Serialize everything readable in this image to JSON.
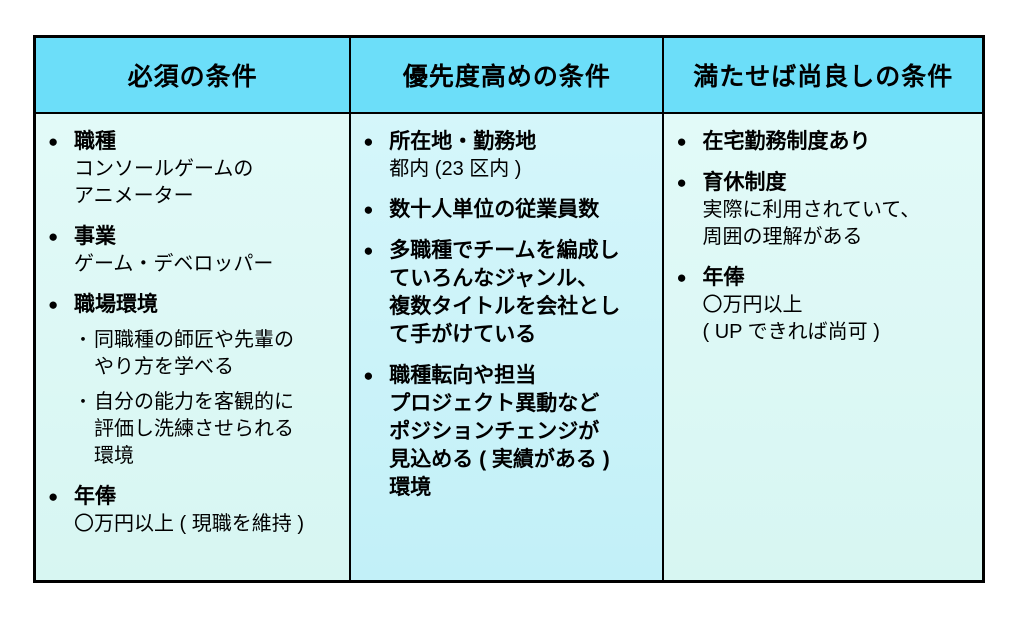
{
  "table": {
    "bullet_glyph": "●",
    "sub_bullet_glyph": "・",
    "colors": {
      "border": "#000000",
      "header_bg": "#6CDEF9",
      "side_column_body_bg_top": "#E2FAF8",
      "side_column_body_bg_bottom": "#D7F6F2",
      "middle_column_body_bg_top": "#D5F6FA",
      "middle_column_body_bg_bottom": "#C2F0F8",
      "text": "#000000"
    },
    "columns": [
      {
        "id": "required",
        "header": "必須の条件",
        "items": [
          {
            "title_lines": [
              "職種"
            ],
            "lines": [
              "コンソールゲームの",
              "アニメーター"
            ]
          },
          {
            "title_lines": [
              "事業"
            ],
            "lines": [
              "ゲーム・デベロッパー"
            ]
          },
          {
            "title_lines": [
              "職場環境"
            ],
            "subitems": [
              {
                "lines": [
                  "同職種の師匠や先輩の",
                  "やり方を学べる"
                ]
              },
              {
                "lines": [
                  "自分の能力を客観的に",
                  "評価し洗練させられる",
                  "環境"
                ]
              }
            ]
          },
          {
            "title_lines": [
              "年俸"
            ],
            "lines": [
              "〇万円以上 ( 現職を維持 )"
            ]
          }
        ]
      },
      {
        "id": "high-priority",
        "header": "優先度高めの条件",
        "items": [
          {
            "title_lines": [
              "所在地・勤務地"
            ],
            "lines": [
              "都内 (23 区内 )"
            ]
          },
          {
            "title_lines": [
              "数十人単位の従業員数"
            ]
          },
          {
            "title_lines": [
              "多職種でチームを編成し",
              "ていろんなジャンル、",
              "複数タイトルを会社とし",
              "て手がけている"
            ]
          },
          {
            "title_lines": [
              "職種転向や担当",
              "プロジェクト異動など",
              "ポジションチェンジが",
              "見込める ( 実績がある )",
              "環境"
            ]
          }
        ]
      },
      {
        "id": "nice-to-have",
        "header": "満たせば尚良しの条件",
        "items": [
          {
            "title_lines": [
              "在宅勤務制度あり"
            ]
          },
          {
            "title_lines": [
              "育休制度"
            ],
            "lines": [
              "実際に利用されていて、",
              "周囲の理解がある"
            ]
          },
          {
            "title_lines": [
              "年俸"
            ],
            "lines": [
              "〇万円以上",
              "( UP できれば尚可 )"
            ]
          }
        ]
      }
    ]
  }
}
